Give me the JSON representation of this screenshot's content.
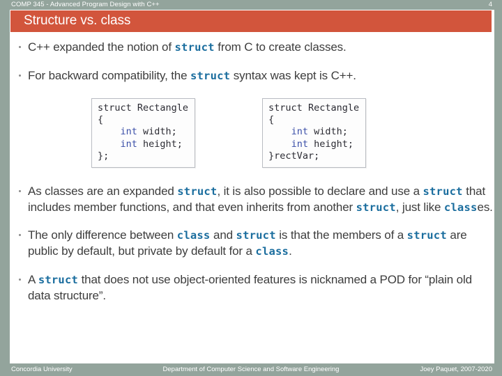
{
  "header": {
    "course": "COMP 345 - Advanced Program Design with C++",
    "page_number": "4"
  },
  "title": "Structure vs. class",
  "colors": {
    "accent_orange": "#d2553c",
    "band_gray_green": "#93a49c",
    "keyword_blue": "#1a6d9e",
    "body_text": "#3d3d3d"
  },
  "bullets": [
    {
      "id": "bullet-1",
      "parts": [
        {
          "t": "text",
          "v": "C++ expanded the notion of "
        },
        {
          "t": "kw",
          "v": "struct"
        },
        {
          "t": "text",
          "v": " from C to create classes."
        }
      ]
    },
    {
      "id": "bullet-2",
      "parts": [
        {
          "t": "text",
          "v": "For backward compatibility, the "
        },
        {
          "t": "kw",
          "v": "struct"
        },
        {
          "t": "text",
          "v": " syntax was kept is C++."
        }
      ]
    },
    {
      "id": "bullet-3",
      "parts": [
        {
          "t": "text",
          "v": "As classes are an expanded "
        },
        {
          "t": "kw",
          "v": "struct"
        },
        {
          "t": "text",
          "v": ", it is also possible to declare and use a "
        },
        {
          "t": "kw",
          "v": "struct"
        },
        {
          "t": "text",
          "v": " that includes member functions, and that even inherits from another "
        },
        {
          "t": "kw",
          "v": "struct"
        },
        {
          "t": "text",
          "v": ", just like "
        },
        {
          "t": "kw",
          "v": "class"
        },
        {
          "t": "text",
          "v": "es."
        }
      ]
    },
    {
      "id": "bullet-4",
      "parts": [
        {
          "t": "text",
          "v": "The only difference between "
        },
        {
          "t": "kw",
          "v": "class"
        },
        {
          "t": "text",
          "v": " and "
        },
        {
          "t": "kw",
          "v": "struct"
        },
        {
          "t": "text",
          "v": " is that the members of a "
        },
        {
          "t": "kw",
          "v": "struct"
        },
        {
          "t": "text",
          "v": " are public by default, but private by default for a "
        },
        {
          "t": "kw",
          "v": "class"
        },
        {
          "t": "text",
          "v": "."
        }
      ]
    },
    {
      "id": "bullet-5",
      "parts": [
        {
          "t": "text",
          "v": "A "
        },
        {
          "t": "kw",
          "v": "struct"
        },
        {
          "t": "text",
          "v": " that does not use object-oriented features is nicknamed a POD for “plain old data structure”."
        }
      ]
    }
  ],
  "code_examples": [
    {
      "id": "code-box-struct-plain",
      "lines": [
        [
          {
            "t": "t",
            "v": "struct Rectangle"
          }
        ],
        [
          {
            "t": "t",
            "v": "{"
          }
        ],
        [
          {
            "t": "t",
            "v": "    "
          },
          {
            "t": "ty",
            "v": "int"
          },
          {
            "t": "t",
            "v": " width;"
          }
        ],
        [
          {
            "t": "t",
            "v": "    "
          },
          {
            "t": "ty",
            "v": "int"
          },
          {
            "t": "t",
            "v": " height;"
          }
        ],
        [
          {
            "t": "t",
            "v": "};"
          }
        ]
      ]
    },
    {
      "id": "code-box-struct-with-var",
      "lines": [
        [
          {
            "t": "t",
            "v": "struct Rectangle"
          }
        ],
        [
          {
            "t": "t",
            "v": "{"
          }
        ],
        [
          {
            "t": "t",
            "v": "    "
          },
          {
            "t": "ty",
            "v": "int"
          },
          {
            "t": "t",
            "v": " width;"
          }
        ],
        [
          {
            "t": "t",
            "v": "    "
          },
          {
            "t": "ty",
            "v": "int"
          },
          {
            "t": "t",
            "v": " height;"
          }
        ],
        [
          {
            "t": "t",
            "v": "}rectVar;"
          }
        ]
      ]
    }
  ],
  "footer": {
    "left": "Concordia University",
    "center": "Department of Computer Science and Software Engineering",
    "right": "Joey Paquet, 2007-2020"
  }
}
